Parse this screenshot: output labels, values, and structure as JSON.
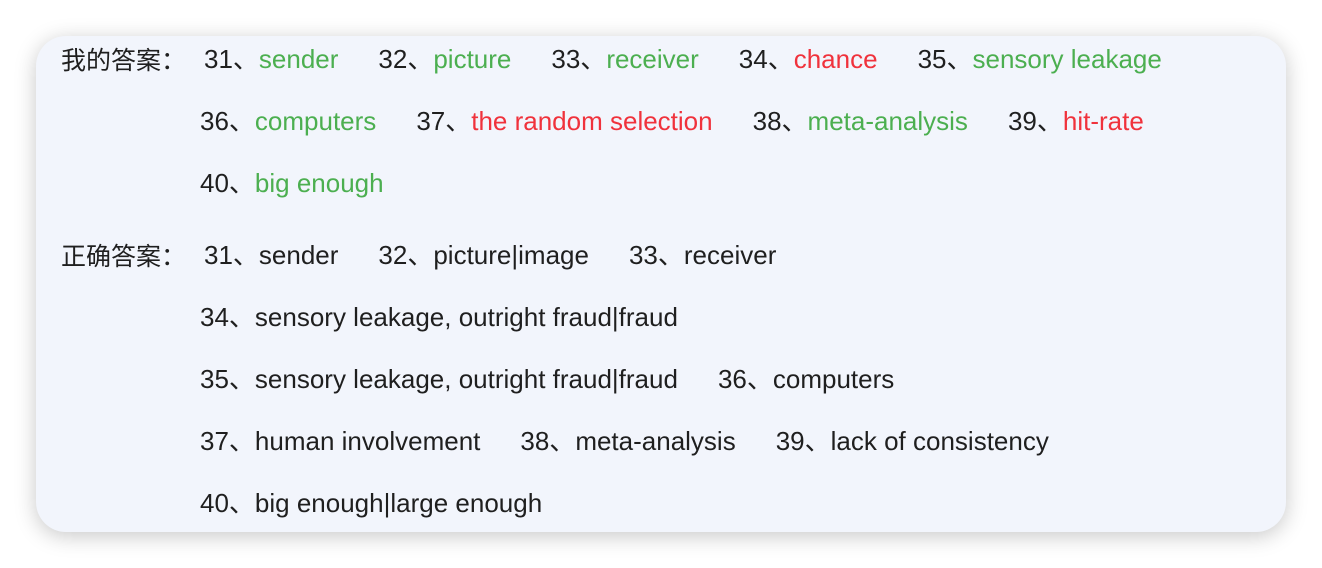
{
  "my_answers": {
    "label": "我的答案：",
    "sep": "、",
    "rows": [
      [
        {
          "num": "31",
          "text": "sender",
          "status": "correct"
        },
        {
          "num": "32",
          "text": "picture",
          "status": "correct"
        },
        {
          "num": "33",
          "text": "receiver",
          "status": "correct"
        },
        {
          "num": "34",
          "text": "chance",
          "status": "wrong"
        },
        {
          "num": "35",
          "text": "sensory leakage",
          "status": "correct"
        }
      ],
      [
        {
          "num": "36",
          "text": "computers",
          "status": "correct"
        },
        {
          "num": "37",
          "text": "the random selection",
          "status": "wrong"
        },
        {
          "num": "38",
          "text": "meta-analysis",
          "status": "correct"
        },
        {
          "num": "39",
          "text": "hit-rate",
          "status": "wrong"
        }
      ],
      [
        {
          "num": "40",
          "text": "big enough",
          "status": "correct"
        }
      ]
    ]
  },
  "correct_answers": {
    "label": "正确答案：",
    "sep": "、",
    "rows": [
      [
        {
          "num": "31",
          "text": "sender"
        },
        {
          "num": "32",
          "text": "picture|image"
        },
        {
          "num": "33",
          "text": "receiver"
        }
      ],
      [
        {
          "num": "34",
          "text": "sensory leakage, outright fraud|fraud"
        }
      ],
      [
        {
          "num": "35",
          "text": "sensory leakage, outright fraud|fraud"
        },
        {
          "num": "36",
          "text": "computers"
        }
      ],
      [
        {
          "num": "37",
          "text": "human involvement"
        },
        {
          "num": "38",
          "text": "meta-analysis"
        },
        {
          "num": "39",
          "text": "lack of consistency"
        }
      ],
      [
        {
          "num": "40",
          "text": "big enough|large enough"
        }
      ]
    ]
  },
  "colors": {
    "correct": "#4caf50",
    "wrong": "#f0323c",
    "text": "#1f1f1f",
    "card_bg": "#f2f5fc"
  }
}
